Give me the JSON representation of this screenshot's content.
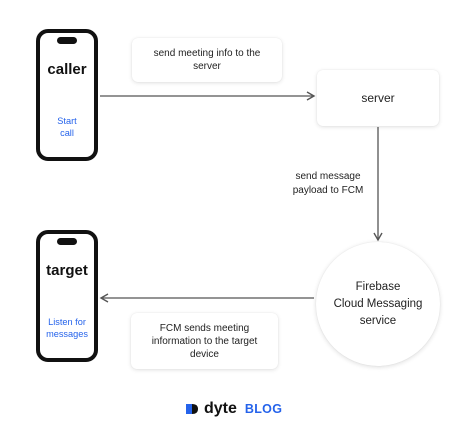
{
  "caller_phone": {
    "title": "caller",
    "action": "Start\ncall"
  },
  "target_phone": {
    "title": "target",
    "action": "Listen for\nmessages"
  },
  "flow": {
    "caller_to_server_label": "send meeting info to the\nserver",
    "server_label": "server",
    "server_to_fcm_label": "send message\npayload to FCM",
    "fcm_label": "Firebase\nCloud Messaging\nservice",
    "fcm_to_target_label": "FCM sends meeting\ninformation to the target\ndevice"
  },
  "footer": {
    "brand": "dyte",
    "blog": "BLOG"
  },
  "colors": {
    "accent": "#2563eb",
    "ink": "#111111",
    "arrow": "#555555"
  }
}
